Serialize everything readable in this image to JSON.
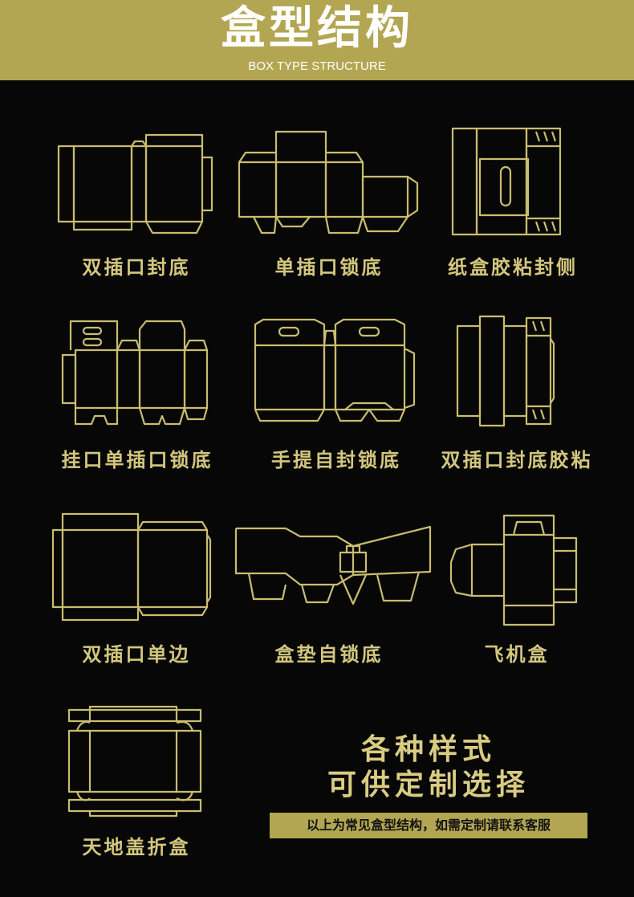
{
  "header": {
    "title": "盒型结构",
    "subtitle": "BOX TYPE STRUCTURE",
    "background_color": "#b3a652"
  },
  "box_types": [
    {
      "label": "双插口封底"
    },
    {
      "label": "单插口锁底"
    },
    {
      "label": "纸盒胶粘封侧"
    },
    {
      "label": "挂口单插口锁底"
    },
    {
      "label": "手提自封锁底"
    },
    {
      "label": "双插口封底胶粘"
    },
    {
      "label": "双插口单边"
    },
    {
      "label": "盒垫自锁底"
    },
    {
      "label": "飞机盒"
    },
    {
      "label": "天地盖折盒"
    }
  ],
  "promo": {
    "line1": "各种样式",
    "line2": "可供定制选择"
  },
  "note": "以上为常见盒型结构，如需定制请联系客服",
  "colors": {
    "background": "#070707",
    "line_art": "#c9bd6f",
    "caption": "#d3c77e",
    "accent": "#b3a652"
  }
}
